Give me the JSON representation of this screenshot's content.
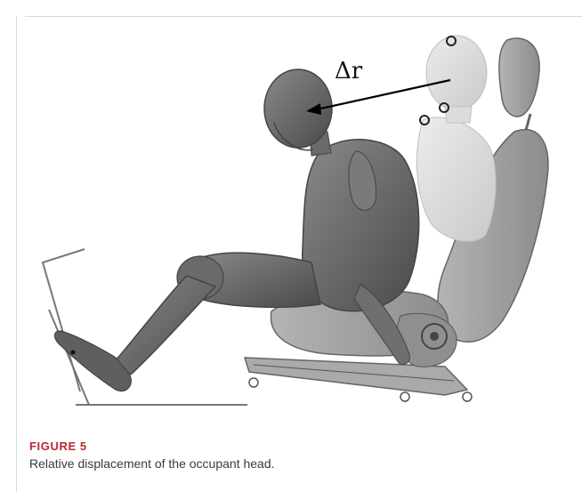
{
  "figure": {
    "label": "FIGURE 5",
    "caption": "Relative displacement of the occupant head."
  },
  "illustration": {
    "annotation": "Δr",
    "colors": {
      "dummy": "#6e6e6e",
      "dummy_shadow": "#4b4b4b",
      "ghost": "#d4d4d4",
      "seat": "#9a9a9a",
      "frame": "#7a7a7a",
      "label_red": "#b8292f"
    }
  }
}
